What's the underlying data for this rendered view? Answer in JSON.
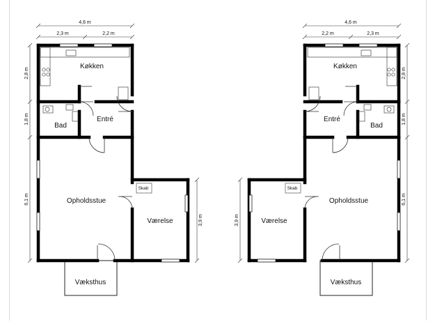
{
  "plans": [
    {
      "rooms": {
        "kitchen": "Køkken",
        "bath": "Bad",
        "entry": "Entré",
        "living": "Opholdsstue",
        "bedroom": "Værelse",
        "closet": "Skab",
        "greenhouse": "Væksthus"
      },
      "dimensions": {
        "total_width": "4,6 m",
        "left_width": "2,3 m",
        "right_width": "2,2 m",
        "kitchen_height": "2,8 m",
        "bath_height": "1,8 m",
        "living_height": "6,1 m",
        "bedroom_height": "3,9 m"
      }
    },
    {
      "rooms": {
        "kitchen": "Køkken",
        "bath": "Bad",
        "entry": "Entré",
        "living": "Opholdsstue",
        "bedroom": "Værelse",
        "closet": "Skab",
        "greenhouse": "Væksthus"
      },
      "dimensions": {
        "total_width": "4,6 m",
        "left_width": "2,2 m",
        "right_width": "2,3 m",
        "kitchen_height": "2,8 m",
        "bath_height": "1,8 m",
        "living_height": "6,1 m",
        "bedroom_height": "3,9 m"
      }
    }
  ]
}
